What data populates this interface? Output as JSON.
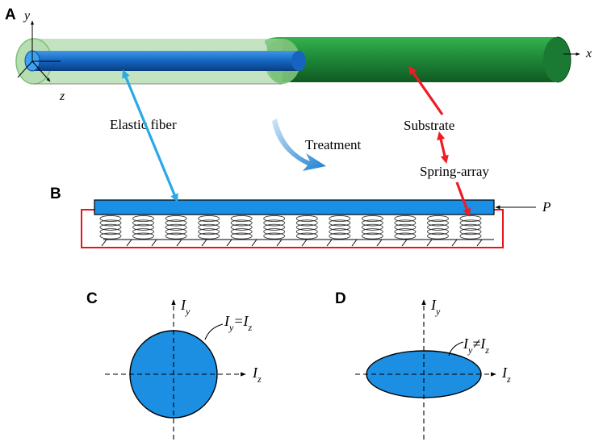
{
  "panels": {
    "a": "A",
    "b": "B",
    "c": "C",
    "d": "D"
  },
  "panel_a": {
    "axis_y": "y",
    "axis_z": "z",
    "axis_x": "x",
    "elastic_fiber_label": "Elastic fiber",
    "substrate_label": "Substrate",
    "treatment_label": "Treatment"
  },
  "panel_b": {
    "spring_array_label": "Spring-array",
    "load_label": "P",
    "spring_count": 12
  },
  "panel_c": {
    "axis_v_base": "I",
    "axis_v_sub": "y",
    "axis_h_base": "I",
    "axis_h_sub": "z",
    "relation_left": "I",
    "relation_left_sub": "y",
    "relation_op": "=",
    "relation_right": "I",
    "relation_right_sub": "z"
  },
  "panel_d": {
    "axis_v_base": "I",
    "axis_v_sub": "y",
    "axis_h_base": "I",
    "axis_h_sub": "z",
    "relation_left": "I",
    "relation_left_sub": "y",
    "relation_op": "≠",
    "relation_right": "I",
    "relation_right_sub": "z"
  },
  "colors": {
    "fiber_blue": "#1877d0",
    "substrate_green": "#1f8a3a",
    "substrate_light": "#a9d7a6",
    "arrow_blue": "#29a9e6",
    "arrow_red": "#ee1c24",
    "box_red": "#e8141c",
    "section_blue": "#1c8fe3"
  }
}
